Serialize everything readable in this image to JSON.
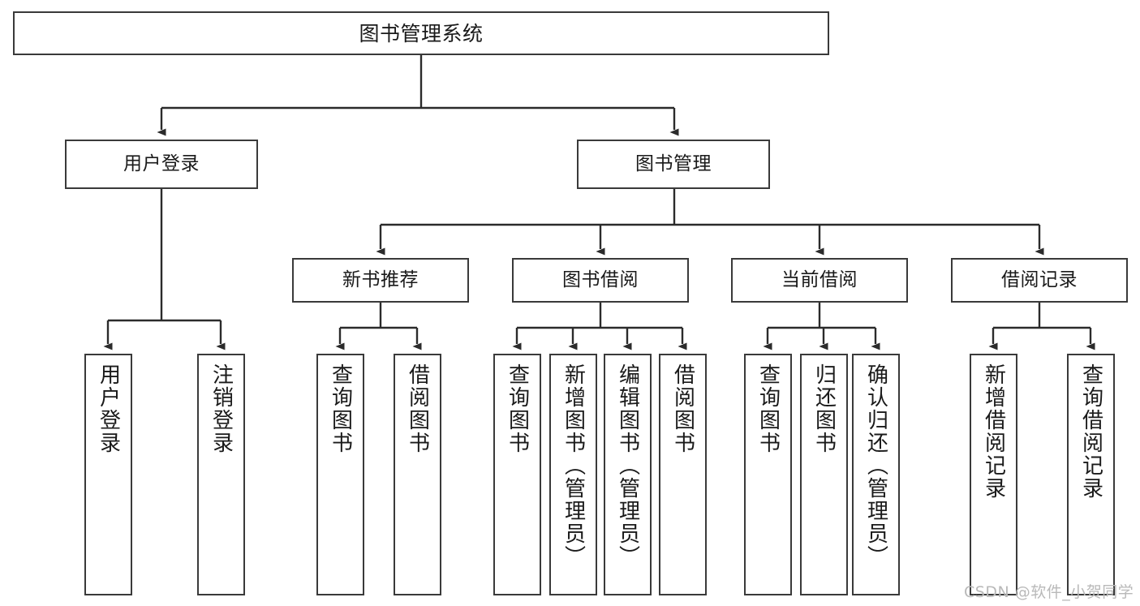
{
  "diagram": {
    "title": "图书管理系统",
    "type": "tree-hierarchy",
    "root": {
      "label": "图书管理系统"
    },
    "level1": [
      {
        "label": "用户登录"
      },
      {
        "label": "图书管理"
      }
    ],
    "level2": [
      {
        "label": "新书推荐"
      },
      {
        "label": "图书借阅"
      },
      {
        "label": "当前借阅"
      },
      {
        "label": "借阅记录"
      }
    ],
    "leaves": {
      "user_login": [
        {
          "label": "用户登录"
        },
        {
          "label": "注销登录"
        }
      ],
      "new_book_recommend": [
        {
          "label": "查询图书"
        },
        {
          "label": "借阅图书"
        }
      ],
      "book_borrow": [
        {
          "label": "查询图书"
        },
        {
          "label": "新增图书（管理员）"
        },
        {
          "label": "编辑图书（管理员）"
        },
        {
          "label": "借阅图书"
        }
      ],
      "current_borrow": [
        {
          "label": "查询图书"
        },
        {
          "label": "归还图书"
        },
        {
          "label": "确认归还（管理员）"
        }
      ],
      "borrow_record": [
        {
          "label": "新增借阅记录"
        },
        {
          "label": "查询借阅记录"
        }
      ]
    }
  },
  "watermark": {
    "text": "CSDN @软件_小贺同学"
  },
  "colors": {
    "box_border": "#3a3a3a",
    "box_fill": "#ffffff",
    "text": "#1a1a1a",
    "connector": "#2b2b2b",
    "watermark": "#b9b9b9",
    "background": "#ffffff"
  }
}
